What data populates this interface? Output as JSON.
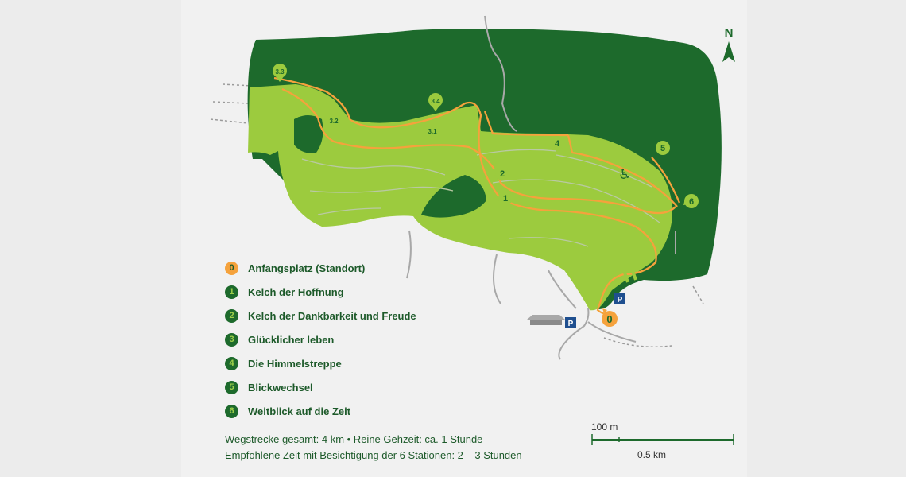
{
  "compass": {
    "label": "N",
    "icon": "north-arrow-icon"
  },
  "legend": [
    {
      "marker": "0",
      "label": "Anfangsplatz (Standort)",
      "type": "start"
    },
    {
      "marker": "1",
      "label": "Kelch der Hoffnung",
      "type": "station"
    },
    {
      "marker": "2",
      "label": "Kelch der Dankbarkeit und Freude",
      "type": "station"
    },
    {
      "marker": "3",
      "label": "Glücklicher leben",
      "type": "station"
    },
    {
      "marker": "4",
      "label": "Die Himmelstreppe",
      "type": "station"
    },
    {
      "marker": "5",
      "label": "Blickwechsel",
      "type": "station"
    },
    {
      "marker": "6",
      "label": "Weitblick auf die Zeit",
      "type": "station"
    }
  ],
  "info": {
    "line1": "Wegstrecke gesamt:  4 km • Reine Gehzeit: ca. 1 Stunde",
    "line2": "Empfohlene Zeit mit Besichtigung der 6 Stationen: 2 – 3 Stunden"
  },
  "scale": {
    "small_label": "100 m",
    "large_label": "0.5 km"
  },
  "map": {
    "markers": [
      {
        "id": "0",
        "label": "0"
      },
      {
        "id": "1",
        "label": "1"
      },
      {
        "id": "2",
        "label": "2"
      },
      {
        "id": "3.1",
        "label": "3.1"
      },
      {
        "id": "3.2",
        "label": "3.2"
      },
      {
        "id": "3.3",
        "label": "3.3"
      },
      {
        "id": "3.4",
        "label": "3.4"
      },
      {
        "id": "4",
        "label": "4"
      },
      {
        "id": "5",
        "label": "5"
      },
      {
        "id": "6",
        "label": "6"
      }
    ],
    "parking_label": "P",
    "icons": [
      "wheelchair-icon",
      "building-icon",
      "parking-icon"
    ]
  },
  "colors": {
    "forest": "#1d6a2c",
    "meadow": "#9ccb3e",
    "trail": "#f5a23c",
    "text": "#1d5a2a",
    "parking": "#1f4f8f",
    "road": "#a8a8a8"
  }
}
